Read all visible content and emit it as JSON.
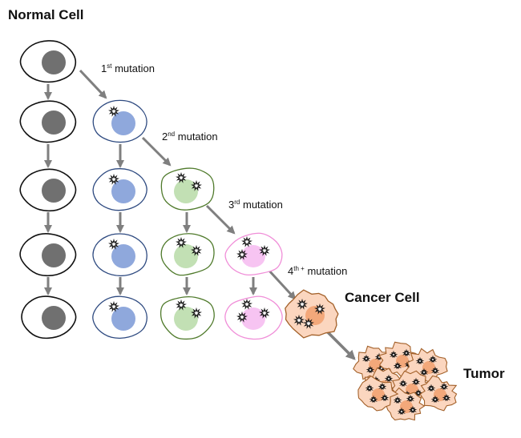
{
  "labels": {
    "normal_cell": "Normal Cell",
    "cancer_cell": "Cancer Cell",
    "tumor": "Tumor"
  },
  "mutations": [
    {
      "num": "1",
      "sup": "st",
      "word": "mutation"
    },
    {
      "num": "2",
      "sup": "nd",
      "word": "mutation"
    },
    {
      "num": "3",
      "sup": "rd",
      "word": "mutation"
    },
    {
      "num": "4",
      "sup": "th +",
      "word": "mutation"
    }
  ],
  "colors": {
    "arrow": "#7f7f7f",
    "normal_outline": "#111111",
    "normal_nucleus": "#707070",
    "stage1_outline": "#2e4a80",
    "stage1_nucleus": "#8fa8dc",
    "stage2_outline": "#4f7a2b",
    "stage2_nucleus": "#c2e0b4",
    "stage3_outline": "#f08ed8",
    "stage3_nucleus": "#f7c4f2",
    "cancer_outline": "#a3612a",
    "cancer_fill": "#fbd6bf",
    "cancer_spot": "#f3a87a"
  }
}
